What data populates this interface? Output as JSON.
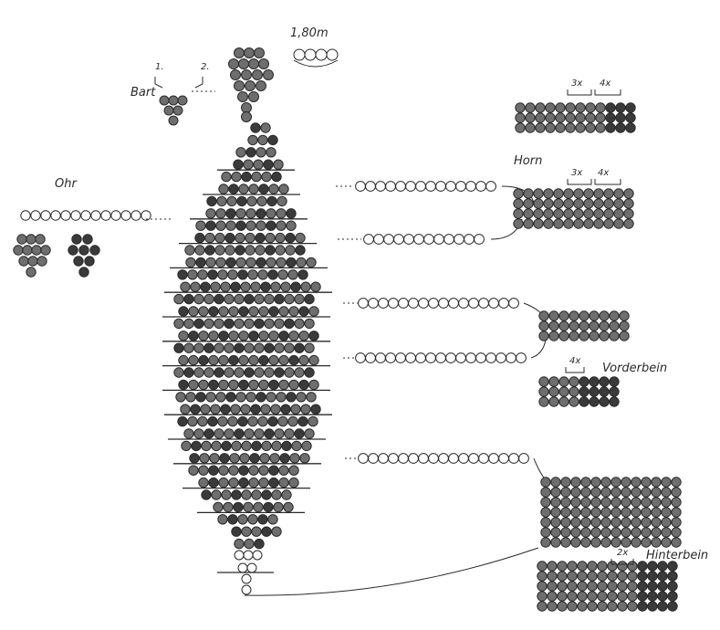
{
  "labels": {
    "length": "1,80m",
    "beard": "Bart",
    "beard_num_1": "1.",
    "beard_num_2": "2.",
    "ear": "Ohr",
    "horn": "Horn",
    "front_leg": "Vorderbein",
    "hind_leg": "Hinterbein",
    "rep_3x_top": "3x",
    "rep_4x_top": "4x",
    "rep_3x_horn": "3x",
    "rep_4x_horn": "4x",
    "rep_4x_front": "4x",
    "rep_2x_hind": "2x"
  },
  "colors": {
    "ink": "#2a2a2a",
    "bead_fill": "#6e6e6e",
    "bead_dark": "#3a3a3a",
    "paper": "#ffffff"
  }
}
